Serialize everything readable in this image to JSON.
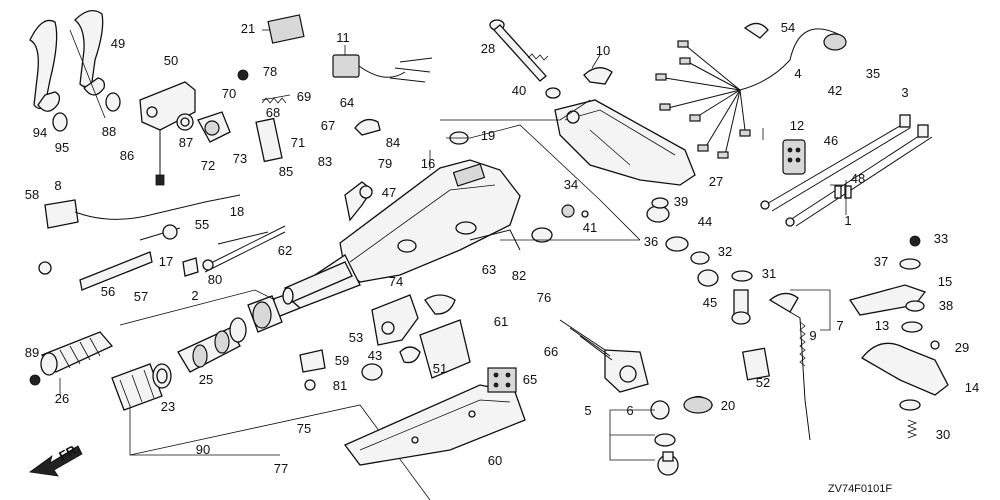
{
  "diagram_code": "ZV74F0101F",
  "front_indicator": "FR.",
  "callouts": [
    "1",
    "2",
    "3",
    "4",
    "5",
    "6",
    "7",
    "8",
    "9",
    "10",
    "11",
    "12",
    "13",
    "14",
    "15",
    "16",
    "17",
    "18",
    "19",
    "20",
    "21",
    "23",
    "25",
    "26",
    "27",
    "28",
    "29",
    "30",
    "31",
    "32",
    "33",
    "34",
    "35",
    "36",
    "37",
    "38",
    "39",
    "40",
    "41",
    "42",
    "43",
    "44",
    "45",
    "46",
    "47",
    "48",
    "49",
    "50",
    "51",
    "52",
    "53",
    "54",
    "55",
    "56",
    "57",
    "58",
    "59",
    "60",
    "61",
    "62",
    "63",
    "64",
    "65",
    "66",
    "67",
    "68",
    "69",
    "70",
    "71",
    "72",
    "73",
    "74",
    "75",
    "76",
    "77",
    "78",
    "79",
    "80",
    "81",
    "82",
    "83",
    "84",
    "85",
    "86",
    "87",
    "88",
    "89",
    "90",
    "94",
    "95"
  ]
}
